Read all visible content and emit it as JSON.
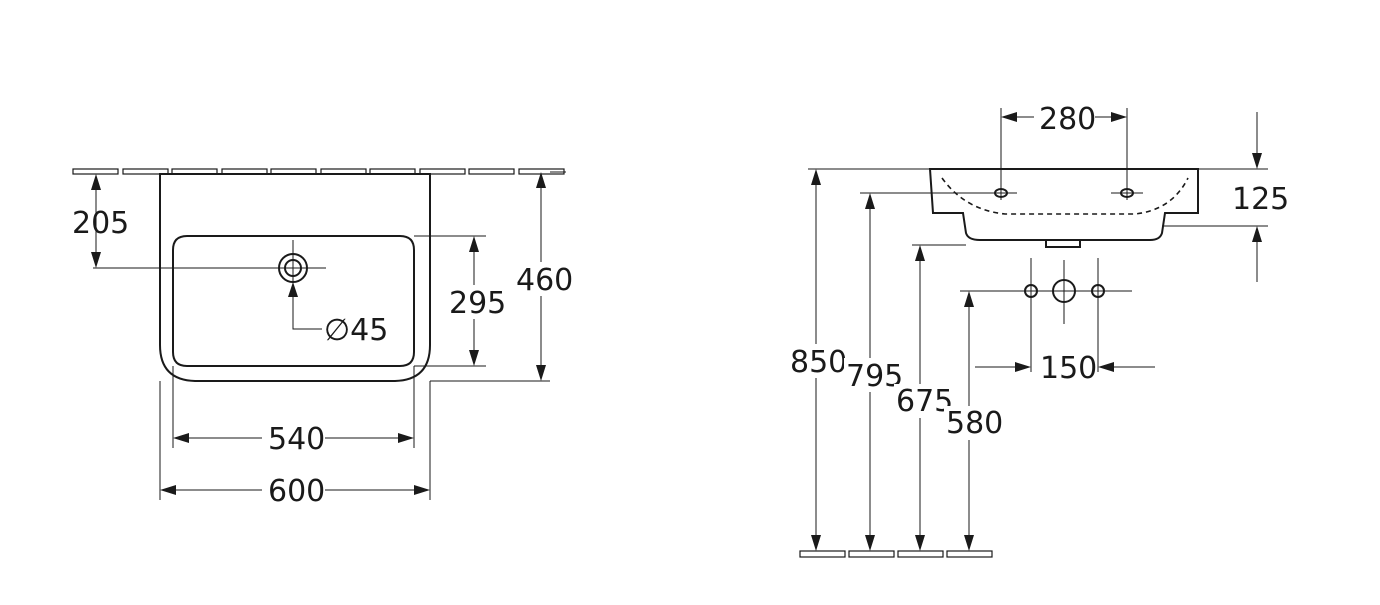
{
  "front_view": {
    "dim_width_outer": "600",
    "dim_width_inner": "540",
    "dim_depth": "460",
    "dim_bowl_depth": "295",
    "dim_tap_hole_offset": "205",
    "dim_tap_hole_diameter": "∅45"
  },
  "side_view": {
    "dim_tap_spacing": "280",
    "dim_basin_height": "125",
    "dim_rim_height": "850",
    "dim_795": "795",
    "dim_675": "675",
    "dim_580": "580",
    "dim_connection_spacing": "150"
  }
}
